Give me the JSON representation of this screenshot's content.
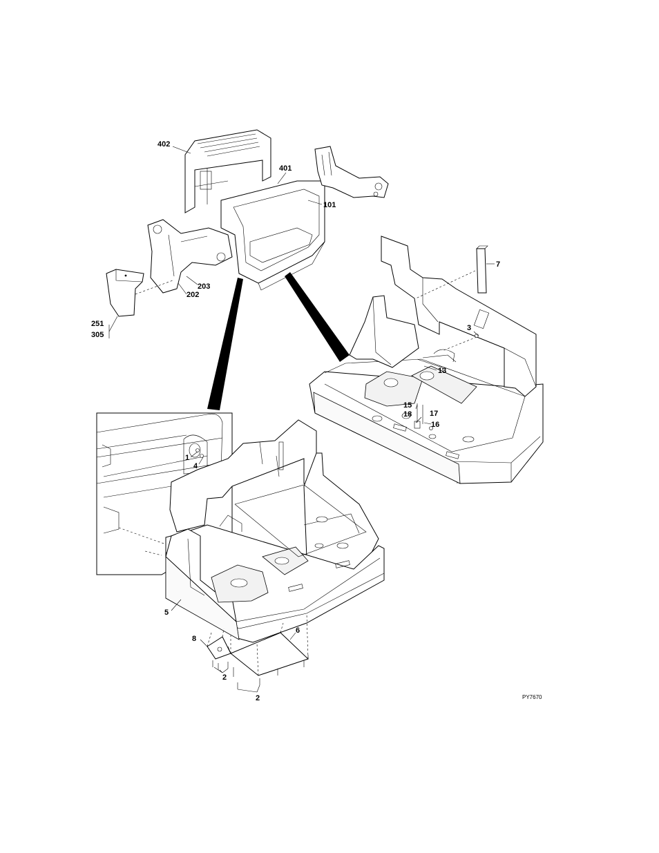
{
  "drawing_code": "PY7670",
  "callouts": [
    {
      "id": "c402",
      "text": "402"
    },
    {
      "id": "c401",
      "text": "401"
    },
    {
      "id": "c101",
      "text": "101"
    },
    {
      "id": "c203",
      "text": "203"
    },
    {
      "id": "c202",
      "text": "202"
    },
    {
      "id": "c251",
      "text": "251"
    },
    {
      "id": "c305",
      "text": "305"
    },
    {
      "id": "c7",
      "text": "7"
    },
    {
      "id": "c3",
      "text": "3"
    },
    {
      "id": "c13",
      "text": "13"
    },
    {
      "id": "c15",
      "text": "15"
    },
    {
      "id": "c17",
      "text": "17"
    },
    {
      "id": "c18",
      "text": "18"
    },
    {
      "id": "c16",
      "text": "16"
    },
    {
      "id": "c1",
      "text": "1"
    },
    {
      "id": "c4",
      "text": "4"
    },
    {
      "id": "c5",
      "text": "5"
    },
    {
      "id": "c6",
      "text": "6"
    },
    {
      "id": "c8",
      "text": "8"
    },
    {
      "id": "c2a",
      "text": "2"
    },
    {
      "id": "c2b",
      "text": "2"
    }
  ]
}
